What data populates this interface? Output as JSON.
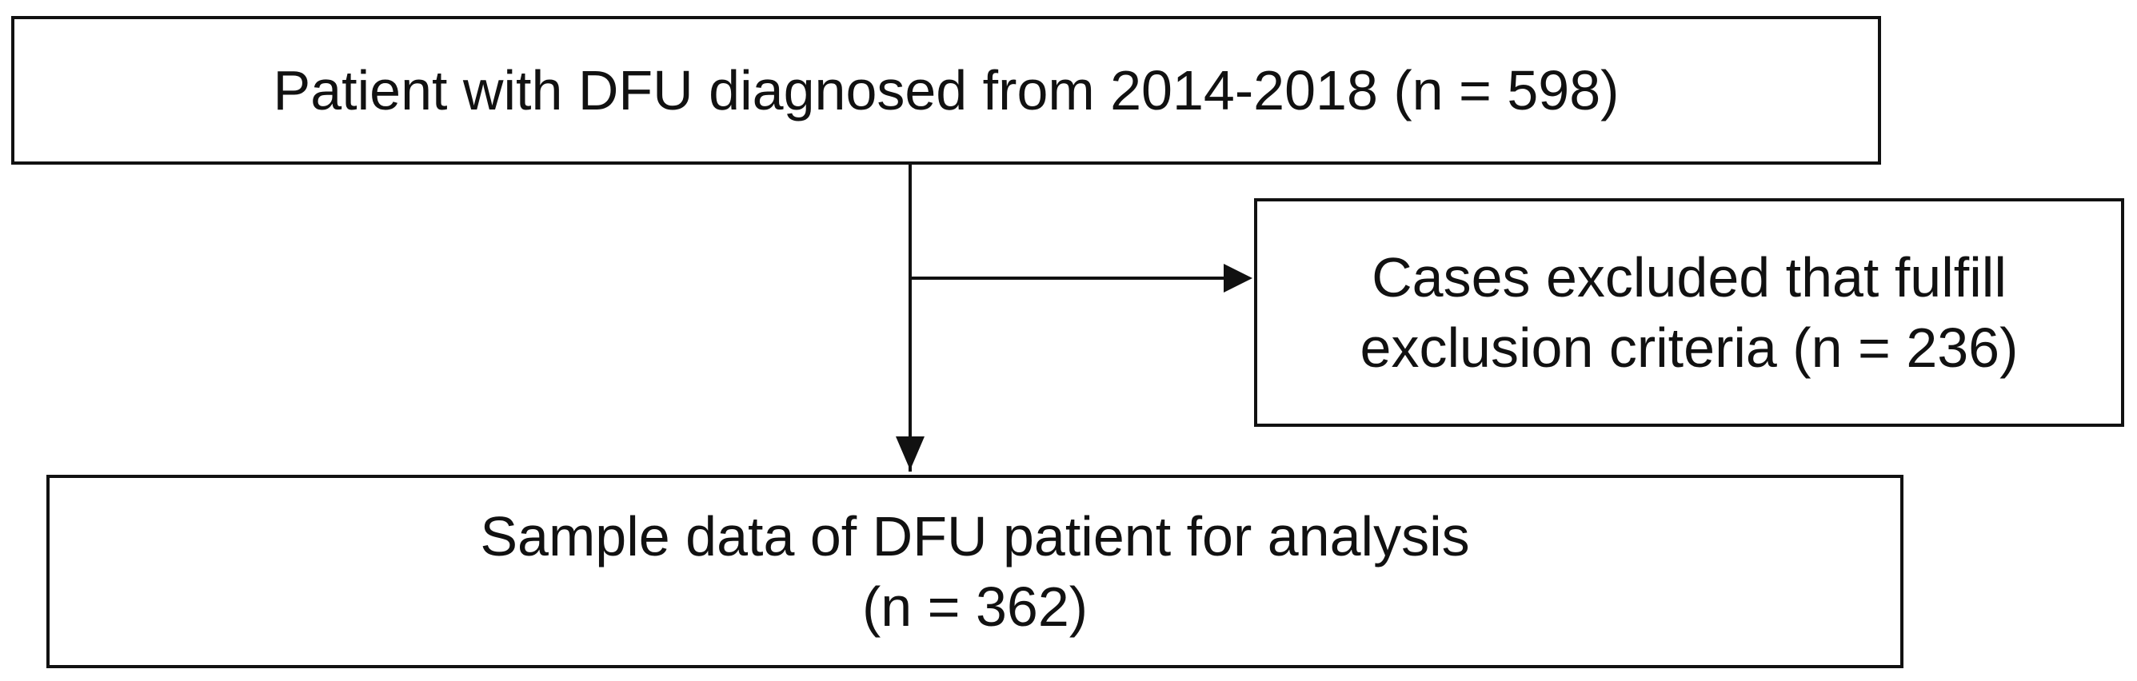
{
  "flowchart": {
    "top_box": {
      "line1": "Patient with DFU diagnosed from 2014-2018 (n = 598)"
    },
    "exclusion_box": {
      "line1": "Cases excluded that fulfill",
      "line2": "exclusion criteria (n = 236)"
    },
    "final_box": {
      "line1": "Sample data of DFU patient for analysis",
      "line2": "(n = 362)"
    }
  },
  "colors": {
    "stroke": "#111111",
    "background": "#ffffff"
  }
}
